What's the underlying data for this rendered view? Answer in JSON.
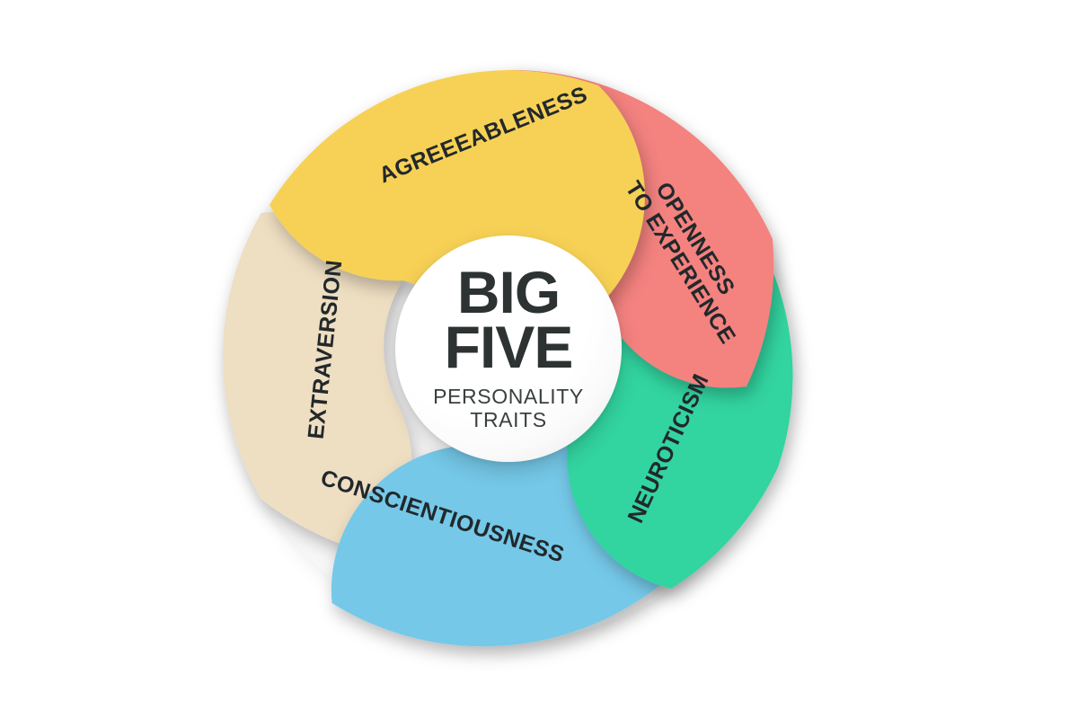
{
  "graphic": {
    "kind": "circular-petal-infographic",
    "background_color": "#FFFFFF"
  },
  "center": {
    "title_line1": "BIG",
    "title_line2": "FIVE",
    "subtitle_line1": "PERSONALITY",
    "subtitle_line2": "TRAITS",
    "title_color": "#2D3232",
    "subtitle_color": "#3A3F3F",
    "fill_color": "#FFFFFF"
  },
  "segments": [
    {
      "id": "agreeableness",
      "label": "AGREEEABLENESS",
      "label_lines": [
        "AGREEEABLENESS"
      ],
      "color": "#F7D154",
      "position": "top",
      "order": 1
    },
    {
      "id": "openness",
      "label": "OPENNESS TO EXPERIENCE",
      "label_lines": [
        "OPENNESS",
        "TO EXPERIENCE"
      ],
      "color": "#F4827F",
      "position": "top-right",
      "order": 2
    },
    {
      "id": "neuroticism",
      "label": "NEUROTICISM",
      "label_lines": [
        "NEUROTICISM"
      ],
      "color": "#33D4A0",
      "position": "bottom-right",
      "order": 3
    },
    {
      "id": "conscientiousness",
      "label": "CONSCIENTIOUSNESS",
      "label_lines": [
        "CONSCIENTIOUSNESS"
      ],
      "color": "#74C8E8",
      "position": "bottom",
      "order": 4
    },
    {
      "id": "extraversion",
      "label": "EXTRAVERSION",
      "label_lines": [
        "EXTRAVERSION"
      ],
      "color": "#EEDEC2",
      "position": "left",
      "order": 5
    }
  ],
  "label_color": "#22282B"
}
